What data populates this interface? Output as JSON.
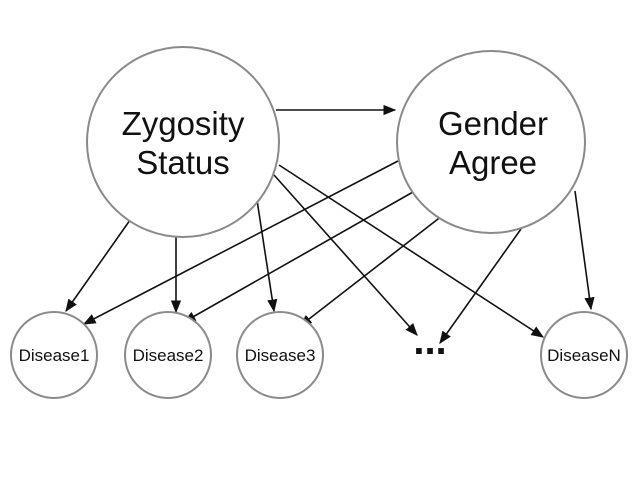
{
  "nodes": {
    "zygosity": {
      "line1": "Zygosity",
      "line2": "Status"
    },
    "gender": {
      "line1": "Gender",
      "line2": "Agree"
    },
    "disease1": {
      "label": "Disease1"
    },
    "disease2": {
      "label": "Disease2"
    },
    "disease3": {
      "label": "Disease3"
    },
    "ellipsis": {
      "label": "..."
    },
    "diseaseN": {
      "label": "DiseaseN"
    }
  },
  "edges": [
    {
      "from": "zygosity",
      "to": "gender"
    },
    {
      "from": "zygosity",
      "to": "disease1"
    },
    {
      "from": "zygosity",
      "to": "disease2"
    },
    {
      "from": "zygosity",
      "to": "disease3"
    },
    {
      "from": "zygosity",
      "to": "ellipsis"
    },
    {
      "from": "zygosity",
      "to": "diseaseN"
    },
    {
      "from": "gender",
      "to": "disease1"
    },
    {
      "from": "gender",
      "to": "disease2"
    },
    {
      "from": "gender",
      "to": "disease3"
    },
    {
      "from": "gender",
      "to": "ellipsis"
    },
    {
      "from": "gender",
      "to": "diseaseN"
    }
  ]
}
